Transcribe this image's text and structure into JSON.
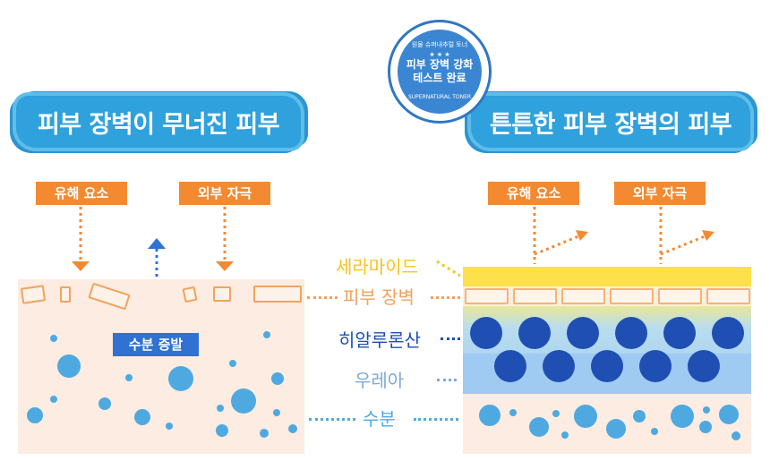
{
  "left_title": "피부 장벽이 무너진 피부",
  "right_title": "튼튼한 피부 장벽의 피부",
  "badge": {
    "top": "원물 슈퍼내추럴 토너",
    "line1": "피부 장벽 강화",
    "line2": "테스트 완료",
    "bottom": "SUPERNATURAL TONER"
  },
  "left_tags": [
    "유해 요소",
    "외부 자극"
  ],
  "right_tags": [
    "유해 요소",
    "외부 자극"
  ],
  "evaporation": "수분 증발",
  "layers": {
    "ceramide": "세라마이드",
    "barrier": "피부 장벽",
    "hyaluronic": "히알루론산",
    "urea": "우레아",
    "moisture": "수분"
  },
  "colors": {
    "brush_blue": "#2fa1dc",
    "tag_orange": "#f38a31",
    "evaporation_blue": "#2f72d2",
    "ceramide_yellow": "#fde04a",
    "hyaluronic_navy": "#1f4fb2",
    "urea_blue": "#7fa9de"
  }
}
